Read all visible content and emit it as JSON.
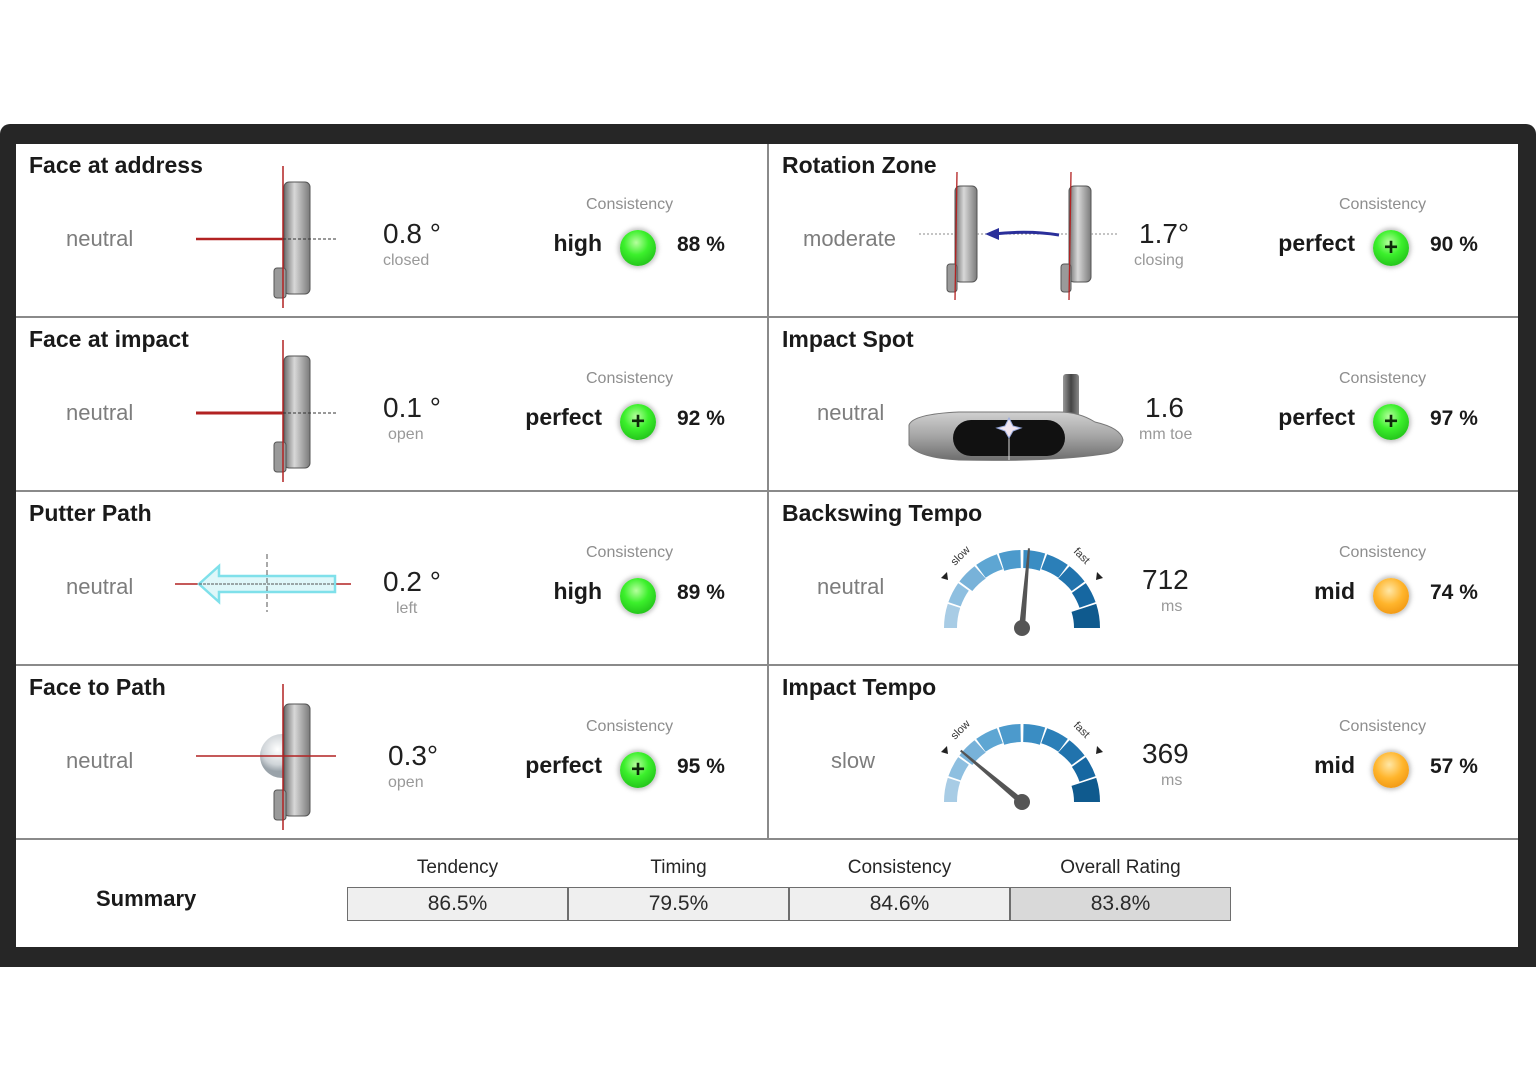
{
  "consistency_label": "Consistency",
  "colors": {
    "frame": "#262626",
    "divider": "#8a8a8a",
    "status_perfect": "#3cf02c",
    "status_high": "#3cf02c",
    "status_mid": "#ffb52c",
    "gauge_light": "#a9cde6",
    "gauge_dark": "#0f5a8e",
    "reference_line": "#b22222",
    "path_arrow": "#7fe0ea",
    "rotation_arrow": "#2a2f9a"
  },
  "metrics": [
    {
      "title": "Face at address",
      "tendency": "neutral",
      "value": "0.8 °",
      "unit": "closed",
      "icon": "putter-face-icon",
      "consistency": {
        "rating": "high",
        "status": "green-dot",
        "percent": "88 %"
      }
    },
    {
      "title": "Rotation Zone",
      "tendency": "moderate",
      "value": "1.7°",
      "unit": "closing",
      "icon": "rotation-icon",
      "consistency": {
        "rating": "perfect",
        "status": "green-plus-dot",
        "percent": "90 %"
      }
    },
    {
      "title": "Face at impact",
      "tendency": "neutral",
      "value": "0.1 °",
      "unit": "open",
      "icon": "putter-face-icon",
      "consistency": {
        "rating": "perfect",
        "status": "green-plus-dot",
        "percent": "92 %"
      }
    },
    {
      "title": "Impact Spot",
      "tendency": "neutral",
      "value": "1.6",
      "unit": "mm toe",
      "icon": "putter-head-icon",
      "consistency": {
        "rating": "perfect",
        "status": "green-plus-dot",
        "percent": "97 %"
      }
    },
    {
      "title": "Putter Path",
      "tendency": "neutral",
      "value": "0.2 °",
      "unit": "left",
      "icon": "path-arrow-icon",
      "consistency": {
        "rating": "high",
        "status": "green-dot",
        "percent": "89 %"
      }
    },
    {
      "title": "Backswing Tempo",
      "tendency": "neutral",
      "value": "712",
      "unit": "ms",
      "icon": "gauge-icon",
      "gauge": {
        "slow_label": "slow",
        "fast_label": "fast",
        "needle_angle_deg": 5
      },
      "consistency": {
        "rating": "mid",
        "status": "orange-dot",
        "percent": "74 %"
      }
    },
    {
      "title": "Face to Path",
      "tendency": "neutral",
      "value": "0.3°",
      "unit": "open",
      "icon": "putter-ball-icon",
      "consistency": {
        "rating": "perfect",
        "status": "green-plus-dot",
        "percent": "95 %"
      }
    },
    {
      "title": "Impact Tempo",
      "tendency": "slow",
      "value": "369",
      "unit": "ms",
      "icon": "gauge-icon",
      "gauge": {
        "slow_label": "slow",
        "fast_label": "fast",
        "needle_angle_deg": -50
      },
      "consistency": {
        "rating": "mid",
        "status": "orange-dot",
        "percent": "57 %"
      }
    }
  ],
  "summary": {
    "label": "Summary",
    "columns": [
      {
        "header": "Tendency",
        "value": "86.5%"
      },
      {
        "header": "Timing",
        "value": "79.5%"
      },
      {
        "header": "Consistency",
        "value": "84.6%"
      },
      {
        "header": "Overall Rating",
        "value": "83.8%"
      }
    ]
  }
}
